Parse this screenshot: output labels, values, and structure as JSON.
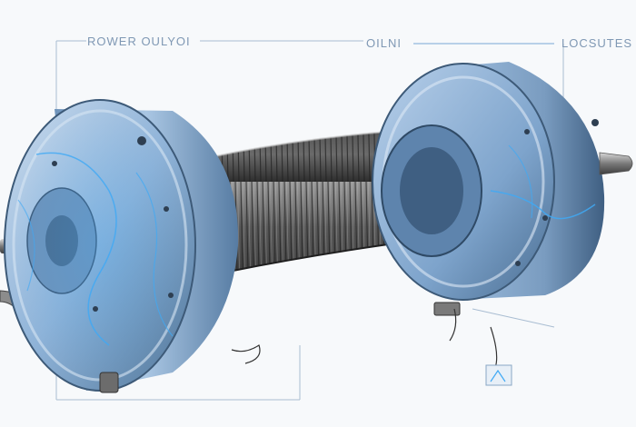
{
  "labels": {
    "left": "ROWER OULYOI",
    "center": "OILNI",
    "right": "LOCSUTES"
  },
  "colors": {
    "background": "#f7f9fb",
    "housing_blue": "#8fb3d8",
    "housing_dark": "#4d6f92",
    "wire": "#4a4a4a",
    "glow": "#3fa9f5",
    "annotation": "#9fb5cc"
  }
}
